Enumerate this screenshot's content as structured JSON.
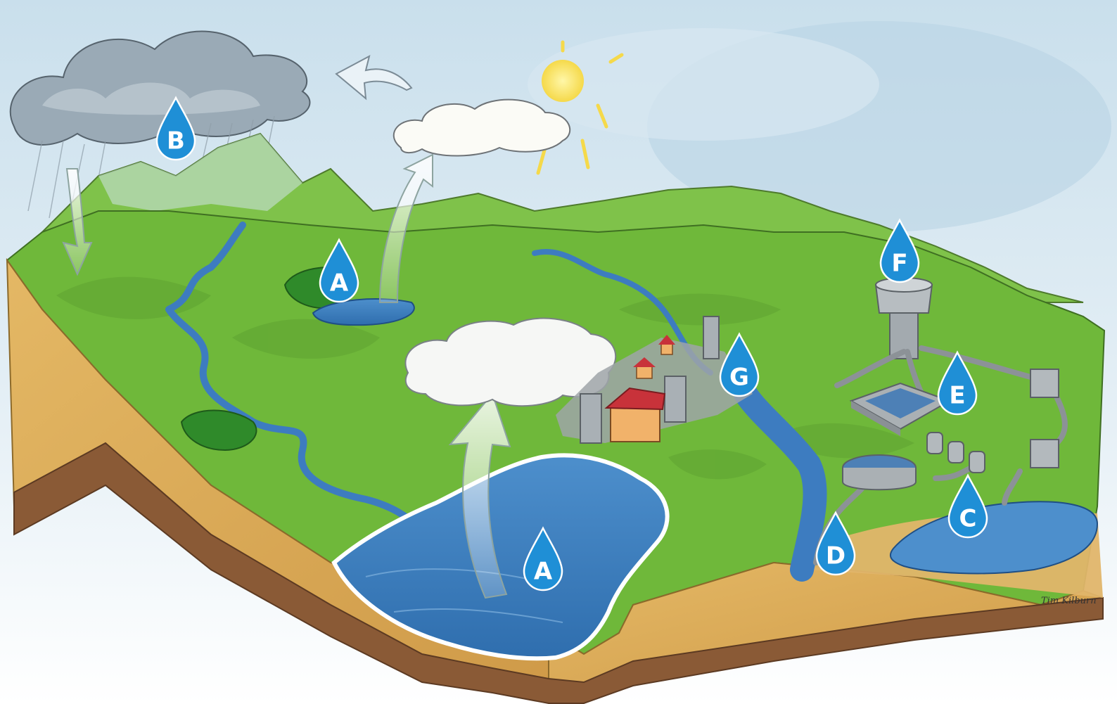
{
  "markers": [
    {
      "id": "a-lake-upper",
      "label": "A"
    },
    {
      "id": "b-rain-cloud",
      "label": "B"
    },
    {
      "id": "a-lake-lower",
      "label": "A"
    },
    {
      "id": "c-reservoir",
      "label": "C"
    },
    {
      "id": "d-intake",
      "label": "D"
    },
    {
      "id": "e-treatment",
      "label": "E"
    },
    {
      "id": "f-water-tower",
      "label": "F"
    },
    {
      "id": "g-town",
      "label": "G"
    }
  ],
  "signature": "Tim Kilburn",
  "colors": {
    "marker": "#1f8fd6",
    "water": "#3f7fbf",
    "grass": "#6fb83a",
    "soil": "#d9a956",
    "bedrock": "#8a5a36",
    "sky": "#cfe2ee"
  }
}
